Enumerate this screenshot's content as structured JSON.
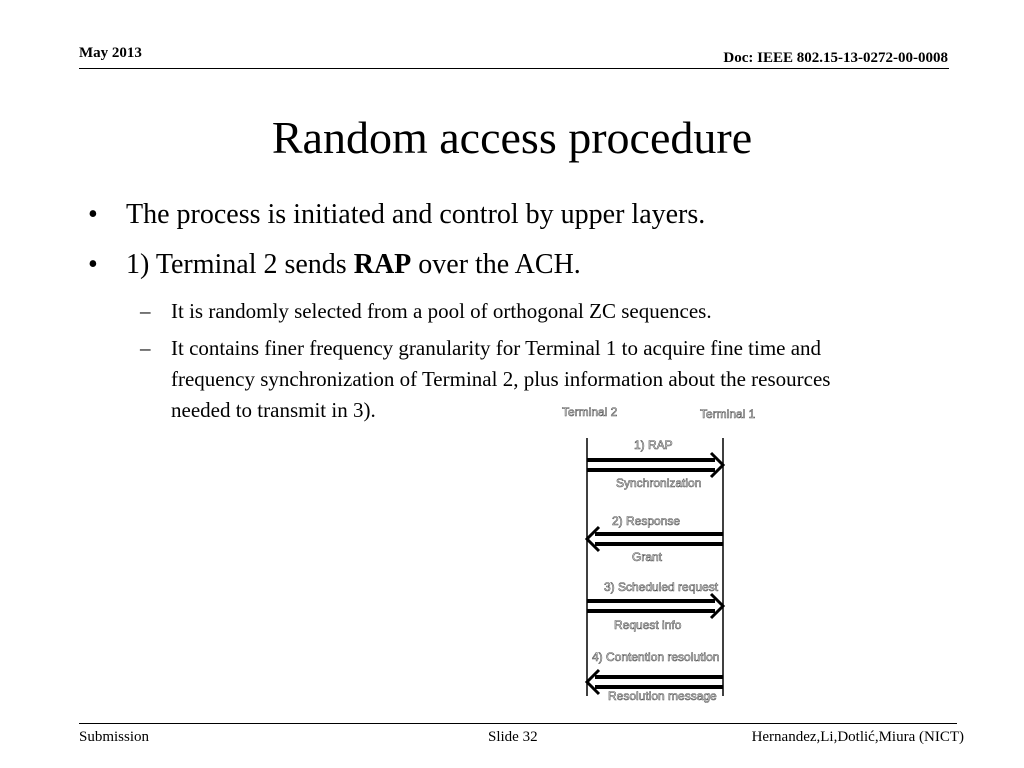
{
  "header": {
    "date": "May 2013",
    "doc": "Doc: IEEE 802.15-13-0272-00-0008"
  },
  "title": "Random access procedure",
  "bullets": {
    "b1": "The process is initiated and control by upper layers.",
    "b2_pre": "1) Terminal 2 sends ",
    "b2_bold": "RAP",
    "b2_post": " over the ACH.",
    "sub1": "It is randomly selected from a pool of orthogonal ZC sequences.",
    "sub2": "It contains finer frequency granularity for Terminal 1 to acquire fine time and frequency synchronization of Terminal 2, plus information about the resources needed to transmit in 3)."
  },
  "diagram": {
    "lifeline_left": "Terminal 2",
    "lifeline_right": "Terminal 1",
    "arrows": [
      {
        "direction": "right",
        "label_above": "1) RAP",
        "label_below": "Synchronization"
      },
      {
        "direction": "left",
        "label_above": "2) Response",
        "label_below": "Grant"
      },
      {
        "direction": "right",
        "label_above": "3) Scheduled request",
        "label_below": "Request info"
      },
      {
        "direction": "left",
        "label_above": "4) Contention resolution",
        "label_below": "Resolution message"
      }
    ]
  },
  "footer": {
    "left": "Submission",
    "slide": "Slide 32",
    "authors": "Hernandez,Li,Dotlić,Miura (NICT)"
  }
}
